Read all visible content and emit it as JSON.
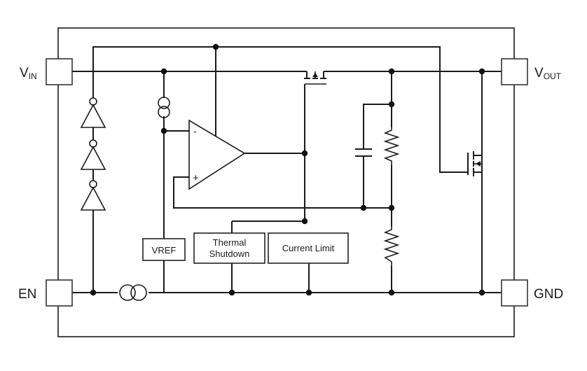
{
  "pins": {
    "vin": {
      "main": "V",
      "sub": "IN"
    },
    "vout": {
      "main": "V",
      "sub": "OUT"
    },
    "en": {
      "main": "EN"
    },
    "gnd": {
      "main": "GND"
    }
  },
  "blocks": {
    "vref": "VREF",
    "thermal_line1": "Thermal",
    "thermal_line2": "Shutdown",
    "current_limit": "Current Limit"
  },
  "opamp": {
    "minus": "-",
    "plus": "+"
  },
  "colors": {
    "line": "#1a1a1a",
    "background": "#ffffff"
  }
}
